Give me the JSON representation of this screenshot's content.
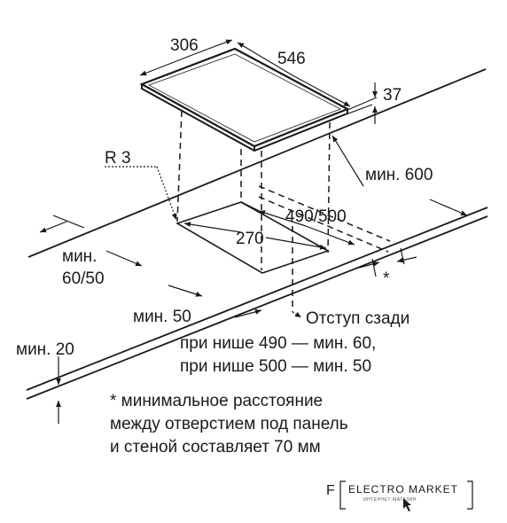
{
  "dimensions": {
    "width_306": "306",
    "depth_546": "546",
    "height_37": "37",
    "radius": "R 3",
    "min_600": "мин. 600",
    "cutout_490_500": "490/500",
    "cutout_270": "270",
    "min_60_50_line1": "мин.",
    "min_60_50_line2": "60/50",
    "min_50": "мин. 50",
    "min_20": "мин. 20",
    "asterisk": "*"
  },
  "back_offset_note": {
    "line1": "Отступ сзади",
    "line2": "при нише 490 — мин. 60,",
    "line3": "при нише 500 — мин. 50"
  },
  "footnote": {
    "line1": "* минимальное расстояние",
    "line2": "между отверстием под панель",
    "line3": "и стеной составляет 70 мм"
  },
  "logo": {
    "letter": "F",
    "name": "ELECTRO MARKET",
    "tagline": "ИНТЕРНЕТ-МАГАЗИН"
  }
}
